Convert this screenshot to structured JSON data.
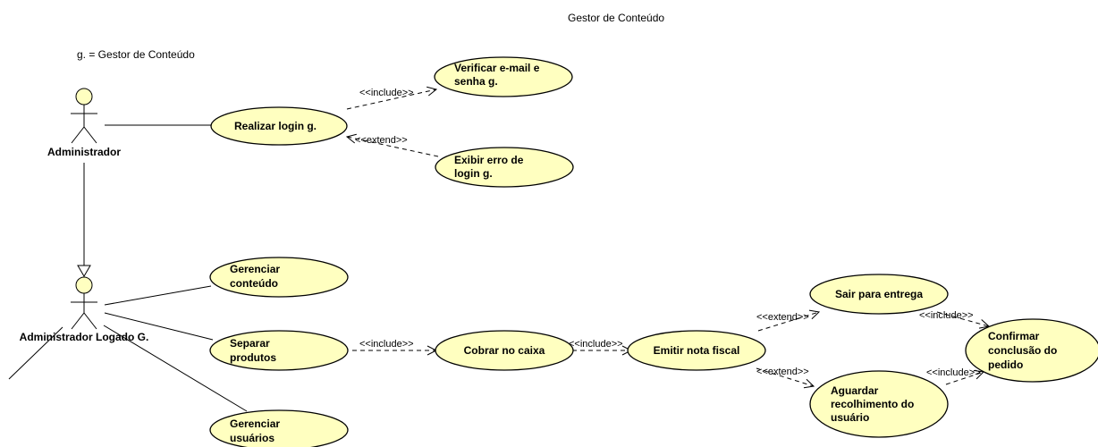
{
  "diagram": {
    "title": "Gestor de Conteúdo",
    "note": "g. = Gestor de Conteúdo",
    "colors": {
      "usecase_fill": "#ffffc0",
      "stroke": "#000000",
      "background": "#ffffff"
    }
  },
  "actors": [
    {
      "id": "admin",
      "name": "Administrador"
    },
    {
      "id": "admin_logado",
      "name": "Administrador Logado G."
    }
  ],
  "use_cases": [
    {
      "id": "realizar_login",
      "lines": [
        "Realizar login g."
      ]
    },
    {
      "id": "verificar",
      "lines": [
        "Verificar e-mail e",
        "senha g."
      ]
    },
    {
      "id": "exibir_erro",
      "lines": [
        "Exibir erro de",
        "login g."
      ]
    },
    {
      "id": "gerenciar_conteudo",
      "lines": [
        "Gerenciar",
        "conteúdo"
      ]
    },
    {
      "id": "separar",
      "lines": [
        "Separar",
        "produtos"
      ]
    },
    {
      "id": "gerenciar_usuarios",
      "lines": [
        "Gerenciar",
        "usuários"
      ]
    },
    {
      "id": "cobrar",
      "lines": [
        "Cobrar no caixa"
      ]
    },
    {
      "id": "emitir",
      "lines": [
        "Emitir nota fiscal"
      ]
    },
    {
      "id": "sair",
      "lines": [
        "Sair para entrega"
      ]
    },
    {
      "id": "aguardar",
      "lines": [
        "Aguardar",
        "recolhimento do",
        "usuário"
      ]
    },
    {
      "id": "confirmar",
      "lines": [
        "Confirmar",
        "conclusão do",
        "pedido"
      ]
    }
  ],
  "relations": [
    {
      "from": "realizar_login",
      "to": "verificar",
      "stereotype": "<<include>>"
    },
    {
      "from": "exibir_erro",
      "to": "realizar_login",
      "stereotype": "<<extend>>"
    },
    {
      "from": "separar",
      "to": "cobrar",
      "stereotype": "<<include>>"
    },
    {
      "from": "cobrar",
      "to": "emitir",
      "stereotype": "<<include>>"
    },
    {
      "from": "emitir",
      "to": "sair",
      "stereotype": "<<extend>>"
    },
    {
      "from": "emitir",
      "to": "aguardar",
      "stereotype": "<<extend>>"
    },
    {
      "from": "sair",
      "to": "confirmar",
      "stereotype": "<<include>>"
    },
    {
      "from": "aguardar",
      "to": "confirmar",
      "stereotype": "<<include>>"
    }
  ]
}
